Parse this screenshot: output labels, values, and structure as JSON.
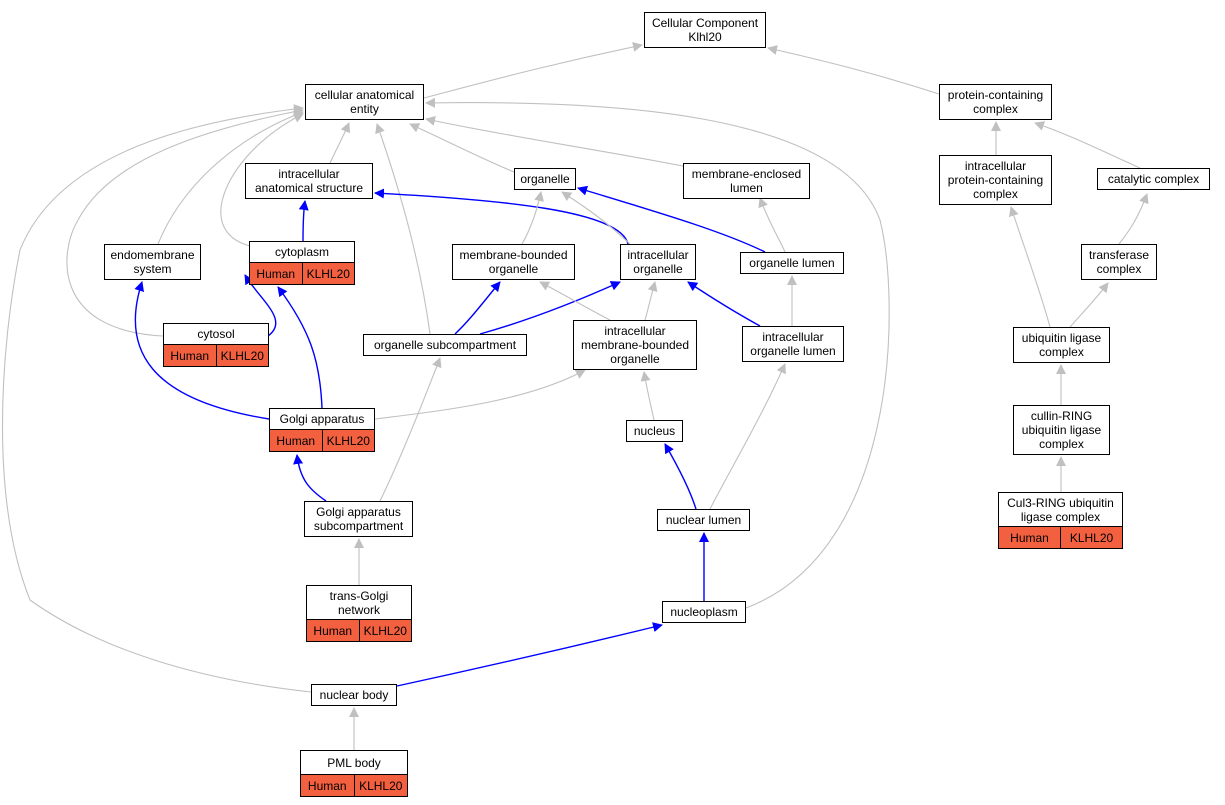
{
  "graph": {
    "colors": {
      "is_a_edge": "#c0c0c0",
      "path_edge": "#0000ff",
      "annotation_fill": "#f2603f",
      "node_border": "#000000"
    },
    "nodes": [
      {
        "id": "root",
        "label": "Cellular Component\nKlhl20"
      },
      {
        "id": "cae",
        "label": "cellular anatomical\nentity"
      },
      {
        "id": "pcc",
        "label": "protein-containing\ncomplex"
      },
      {
        "id": "ias",
        "label": "intracellular\nanatomical structure"
      },
      {
        "id": "organelle",
        "label": "organelle"
      },
      {
        "id": "mel",
        "label": "membrane-enclosed\nlumen"
      },
      {
        "id": "ipcc",
        "label": "intracellular\nprotein-containing\ncomplex"
      },
      {
        "id": "catc",
        "label": "catalytic complex"
      },
      {
        "id": "endo",
        "label": "endomembrane\nsystem"
      },
      {
        "id": "cyto",
        "label": "cytoplasm",
        "annotation": [
          "Human",
          "KLHL20"
        ]
      },
      {
        "id": "mbo",
        "label": "membrane-bounded\norganelle"
      },
      {
        "id": "io",
        "label": "intracellular\norganelle"
      },
      {
        "id": "ol",
        "label": "organelle lumen"
      },
      {
        "id": "tc",
        "label": "transferase\ncomplex"
      },
      {
        "id": "cytosol",
        "label": "cytosol",
        "annotation": [
          "Human",
          "KLHL20"
        ]
      },
      {
        "id": "osub",
        "label": "organelle subcompartment"
      },
      {
        "id": "imbo",
        "label": "intracellular\nmembrane-bounded\norganelle"
      },
      {
        "id": "iol",
        "label": "intracellular\norganelle lumen"
      },
      {
        "id": "ulc",
        "label": "ubiquitin ligase\ncomplex"
      },
      {
        "id": "golgi",
        "label": "Golgi apparatus",
        "annotation": [
          "Human",
          "KLHL20"
        ]
      },
      {
        "id": "nucleus",
        "label": "nucleus"
      },
      {
        "id": "crul",
        "label": "cullin-RING\nubiquitin ligase\ncomplex"
      },
      {
        "id": "gsub",
        "label": "Golgi apparatus\nsubcompartment"
      },
      {
        "id": "nl",
        "label": "nuclear lumen"
      },
      {
        "id": "cul3",
        "label": "Cul3-RING ubiquitin\nligase complex",
        "annotation": [
          "Human",
          "KLHL20"
        ]
      },
      {
        "id": "tgn",
        "label": "trans-Golgi\nnetwork",
        "annotation": [
          "Human",
          "KLHL20"
        ]
      },
      {
        "id": "np",
        "label": "nucleoplasm"
      },
      {
        "id": "nb",
        "label": "nuclear body"
      },
      {
        "id": "pml",
        "label": "PML body",
        "annotation": [
          "Human",
          "KLHL20"
        ]
      }
    ],
    "edges": [
      {
        "from": "cae",
        "to": "root",
        "style": "is_a"
      },
      {
        "from": "pcc",
        "to": "root",
        "style": "is_a"
      },
      {
        "from": "ias",
        "to": "cae",
        "style": "is_a"
      },
      {
        "from": "organelle",
        "to": "cae",
        "style": "is_a"
      },
      {
        "from": "mel",
        "to": "cae",
        "style": "is_a"
      },
      {
        "from": "endo",
        "to": "cae",
        "style": "is_a"
      },
      {
        "from": "cyto",
        "to": "cae",
        "style": "is_a"
      },
      {
        "from": "cytosol",
        "to": "cae",
        "style": "is_a"
      },
      {
        "from": "osub",
        "to": "cae",
        "style": "is_a"
      },
      {
        "from": "nb",
        "to": "cae",
        "style": "is_a"
      },
      {
        "from": "np",
        "to": "cae",
        "style": "is_a"
      },
      {
        "from": "ipcc",
        "to": "pcc",
        "style": "is_a"
      },
      {
        "from": "catc",
        "to": "pcc",
        "style": "is_a"
      },
      {
        "from": "tc",
        "to": "catc",
        "style": "is_a"
      },
      {
        "from": "ulc",
        "to": "ipcc",
        "style": "is_a"
      },
      {
        "from": "ulc",
        "to": "tc",
        "style": "is_a"
      },
      {
        "from": "crul",
        "to": "ulc",
        "style": "is_a"
      },
      {
        "from": "cul3",
        "to": "crul",
        "style": "is_a"
      },
      {
        "from": "cyto",
        "to": "ias",
        "style": "path"
      },
      {
        "from": "io",
        "to": "ias",
        "style": "path"
      },
      {
        "from": "mbo",
        "to": "organelle",
        "style": "is_a"
      },
      {
        "from": "io",
        "to": "organelle",
        "style": "is_a"
      },
      {
        "from": "ol",
        "to": "organelle",
        "style": "path"
      },
      {
        "from": "ol",
        "to": "mel",
        "style": "is_a"
      },
      {
        "from": "cytosol",
        "to": "cyto",
        "style": "path"
      },
      {
        "from": "golgi",
        "to": "cyto",
        "style": "path"
      },
      {
        "from": "golgi",
        "to": "endo",
        "style": "path"
      },
      {
        "from": "golgi",
        "to": "imbo",
        "style": "is_a"
      },
      {
        "from": "osub",
        "to": "mbo",
        "style": "path"
      },
      {
        "from": "osub",
        "to": "io",
        "style": "path"
      },
      {
        "from": "imbo",
        "to": "mbo",
        "style": "is_a"
      },
      {
        "from": "imbo",
        "to": "io",
        "style": "is_a"
      },
      {
        "from": "iol",
        "to": "io",
        "style": "path"
      },
      {
        "from": "iol",
        "to": "ol",
        "style": "is_a"
      },
      {
        "from": "nucleus",
        "to": "imbo",
        "style": "is_a"
      },
      {
        "from": "gsub",
        "to": "golgi",
        "style": "path"
      },
      {
        "from": "gsub",
        "to": "osub",
        "style": "is_a"
      },
      {
        "from": "tgn",
        "to": "gsub",
        "style": "is_a"
      },
      {
        "from": "nl",
        "to": "nucleus",
        "style": "path"
      },
      {
        "from": "nl",
        "to": "iol",
        "style": "is_a"
      },
      {
        "from": "np",
        "to": "nl",
        "style": "path"
      },
      {
        "from": "nb",
        "to": "np",
        "style": "path"
      },
      {
        "from": "pml",
        "to": "nb",
        "style": "is_a"
      }
    ]
  }
}
